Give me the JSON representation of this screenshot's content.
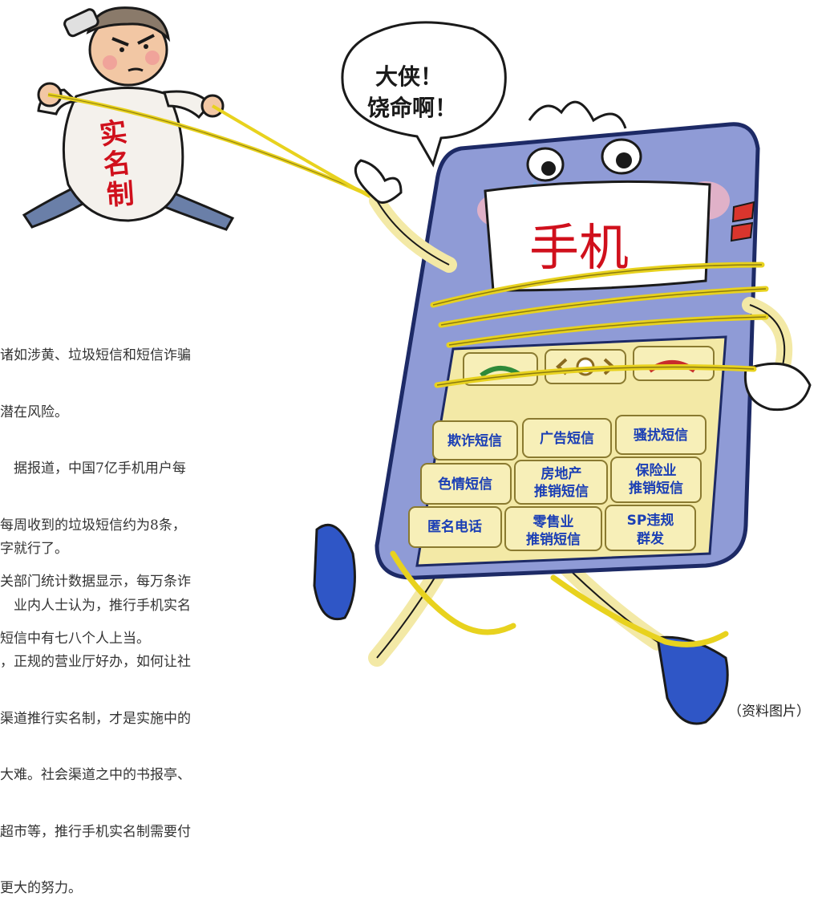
{
  "article": {
    "paragraph_top": [
      "诸如涉黄、垃圾短信和短信诈骗",
      "潜在风险。",
      "　据报道，中国7亿手机用户每",
      "每周收到的垃圾短信约为8条，",
      "关部门统计数据显示，每万条诈",
      "短信中有七八个人上当。"
    ],
    "paragraph_bottom": [
      "字就行了。",
      "　业内人士认为，推行手机实名",
      "，正规的营业厅好办，如何让社",
      "渠道推行实名制，才是实施中的",
      "大难。社会渠道之中的书报亭、",
      "超市等，推行手机实名制需要付",
      "更大的努力。"
    ]
  },
  "cartoon": {
    "bag_label": [
      "实",
      "名",
      "制"
    ],
    "speech_bubble": [
      "大侠！",
      "饶命啊！"
    ],
    "phone_screen": "手机",
    "keys": [
      {
        "lines": [
          "欺诈短信"
        ]
      },
      {
        "lines": [
          "广告短信"
        ]
      },
      {
        "lines": [
          "骚扰短信"
        ]
      },
      {
        "lines": [
          "色情短信"
        ]
      },
      {
        "lines": [
          "房地产",
          "推销短信"
        ]
      },
      {
        "lines": [
          "保险业",
          "推销短信"
        ]
      },
      {
        "lines": [
          "匿名电话"
        ]
      },
      {
        "lines": [
          "零售业",
          "推销短信"
        ]
      },
      {
        "lines": [
          "SP违规",
          "群发"
        ]
      }
    ]
  },
  "caption": "（资料图片）",
  "colors": {
    "phone_body": "#8f9bd6",
    "phone_outline": "#1d2a66",
    "rope": "#e8d21e",
    "keypad": "#f3e9a6",
    "key_text": "#1b3fb5",
    "screen_text": "#d0101c",
    "bag_text": "#d0101c"
  }
}
